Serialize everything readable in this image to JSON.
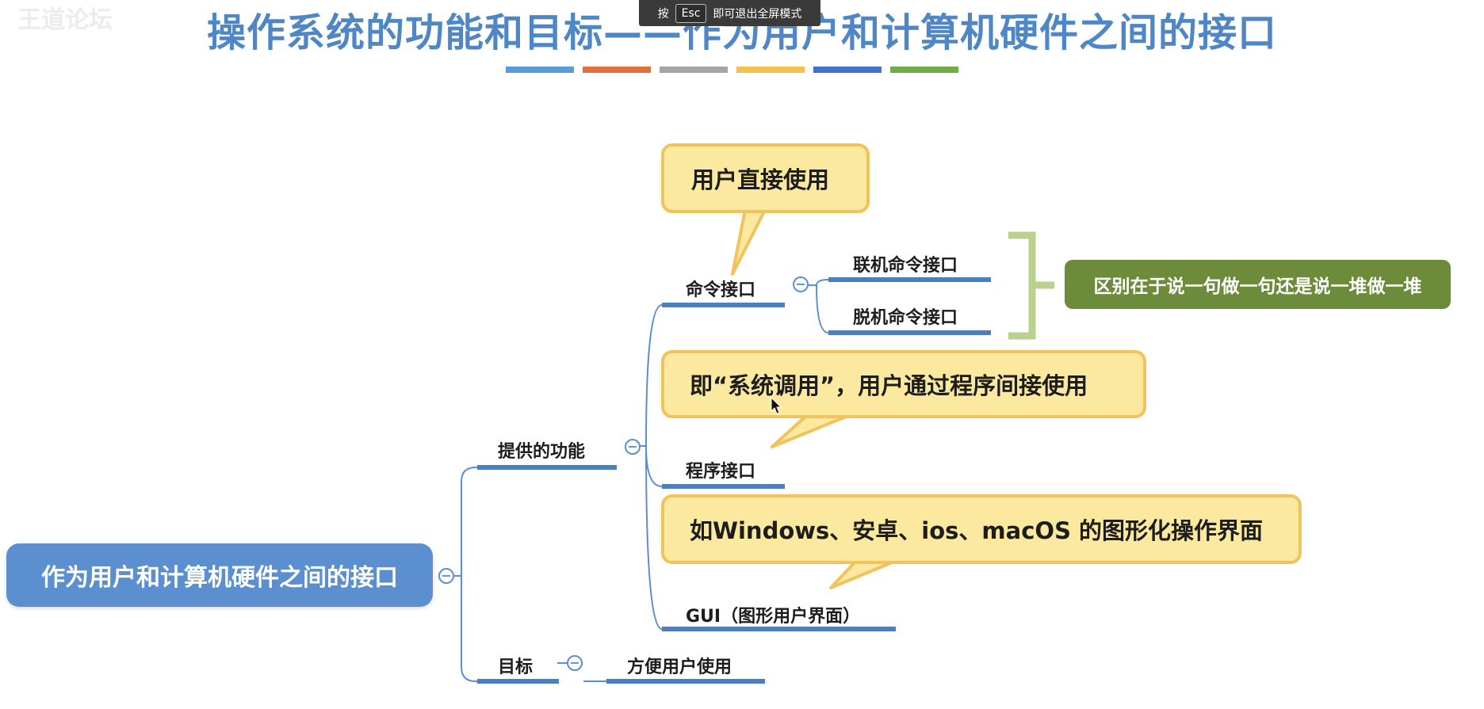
{
  "watermark": "王道论坛",
  "fullscreen_hint": {
    "prefix": "按",
    "key": "Esc",
    "suffix": "即可退出全屏模式"
  },
  "title": "操作系统的功能和目标——作为用户和计算机硬件之间的接口",
  "color_bars": [
    "#5b9bd5",
    "#e0723d",
    "#a5a5a5",
    "#f4c14c",
    "#4472c4",
    "#70ad47"
  ],
  "mindmap": {
    "root": "作为用户和计算机硬件之间的接口",
    "functions": {
      "label": "提供的功能",
      "command_interface": {
        "label": "命令接口",
        "callout": "用户直接使用",
        "online": "联机命令接口",
        "offline": "脱机命令接口",
        "note": "区别在于说一句做一句还是说一堆做一堆"
      },
      "program_interface": {
        "label": "程序接口",
        "callout": "即“系统调用”，用户通过程序间接使用"
      },
      "gui": {
        "label": "GUI（图形用户界面）",
        "callout": "如Windows、安卓、ios、macOS 的图形化操作界面"
      }
    },
    "goal": {
      "label": "目标",
      "child": "方便用户使用"
    },
    "collapse_symbol": "−"
  },
  "colors": {
    "title": "#4f86c6",
    "branch": "#5b8fcf",
    "callout_fill": "#fbe9a0",
    "callout_border": "#f2c25c",
    "bracket": "#b9d08e",
    "note_fill": "#6d8c3b"
  }
}
